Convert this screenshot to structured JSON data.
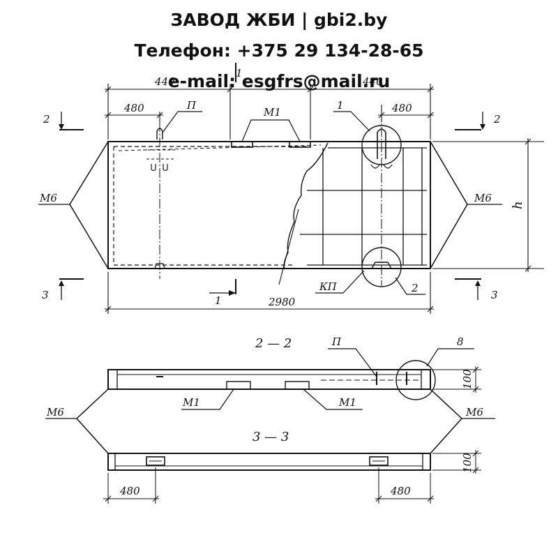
{
  "header": {
    "company": "ЗАВОД ЖБИ | gbi2.by",
    "phone": "Телефон: +375 29 134-28-65",
    "email": "e-mail: esgfrs@mail.ru"
  },
  "drawing": {
    "dims": {
      "total_length": "2980",
      "left_offset": "480",
      "right_offset": "480",
      "top_left_span": "440",
      "top_right_span": "440",
      "height": "h",
      "section_height_2": "100",
      "section_height_3": "100",
      "bottom_left": "480",
      "bottom_right": "480"
    },
    "labels": {
      "p_plan": "П",
      "m1_plan": "М1",
      "callout_1": "1",
      "callout_2": "2",
      "callout_8": "8",
      "kp": "КП",
      "m6_left": "М6",
      "m6_right": "М6",
      "p_section": "П",
      "m1_left": "М1",
      "m1_right": "М1",
      "m6_sec_left": "М6",
      "m6_sec_right": "М6",
      "cut_2_left": "2",
      "cut_2_right": "2",
      "cut_3_left": "3",
      "cut_3_right": "3",
      "cut_1_top": "1",
      "cut_1_bottom": "1"
    },
    "section_titles": {
      "s22": "2 — 2",
      "s33": "3 — 3"
    }
  }
}
